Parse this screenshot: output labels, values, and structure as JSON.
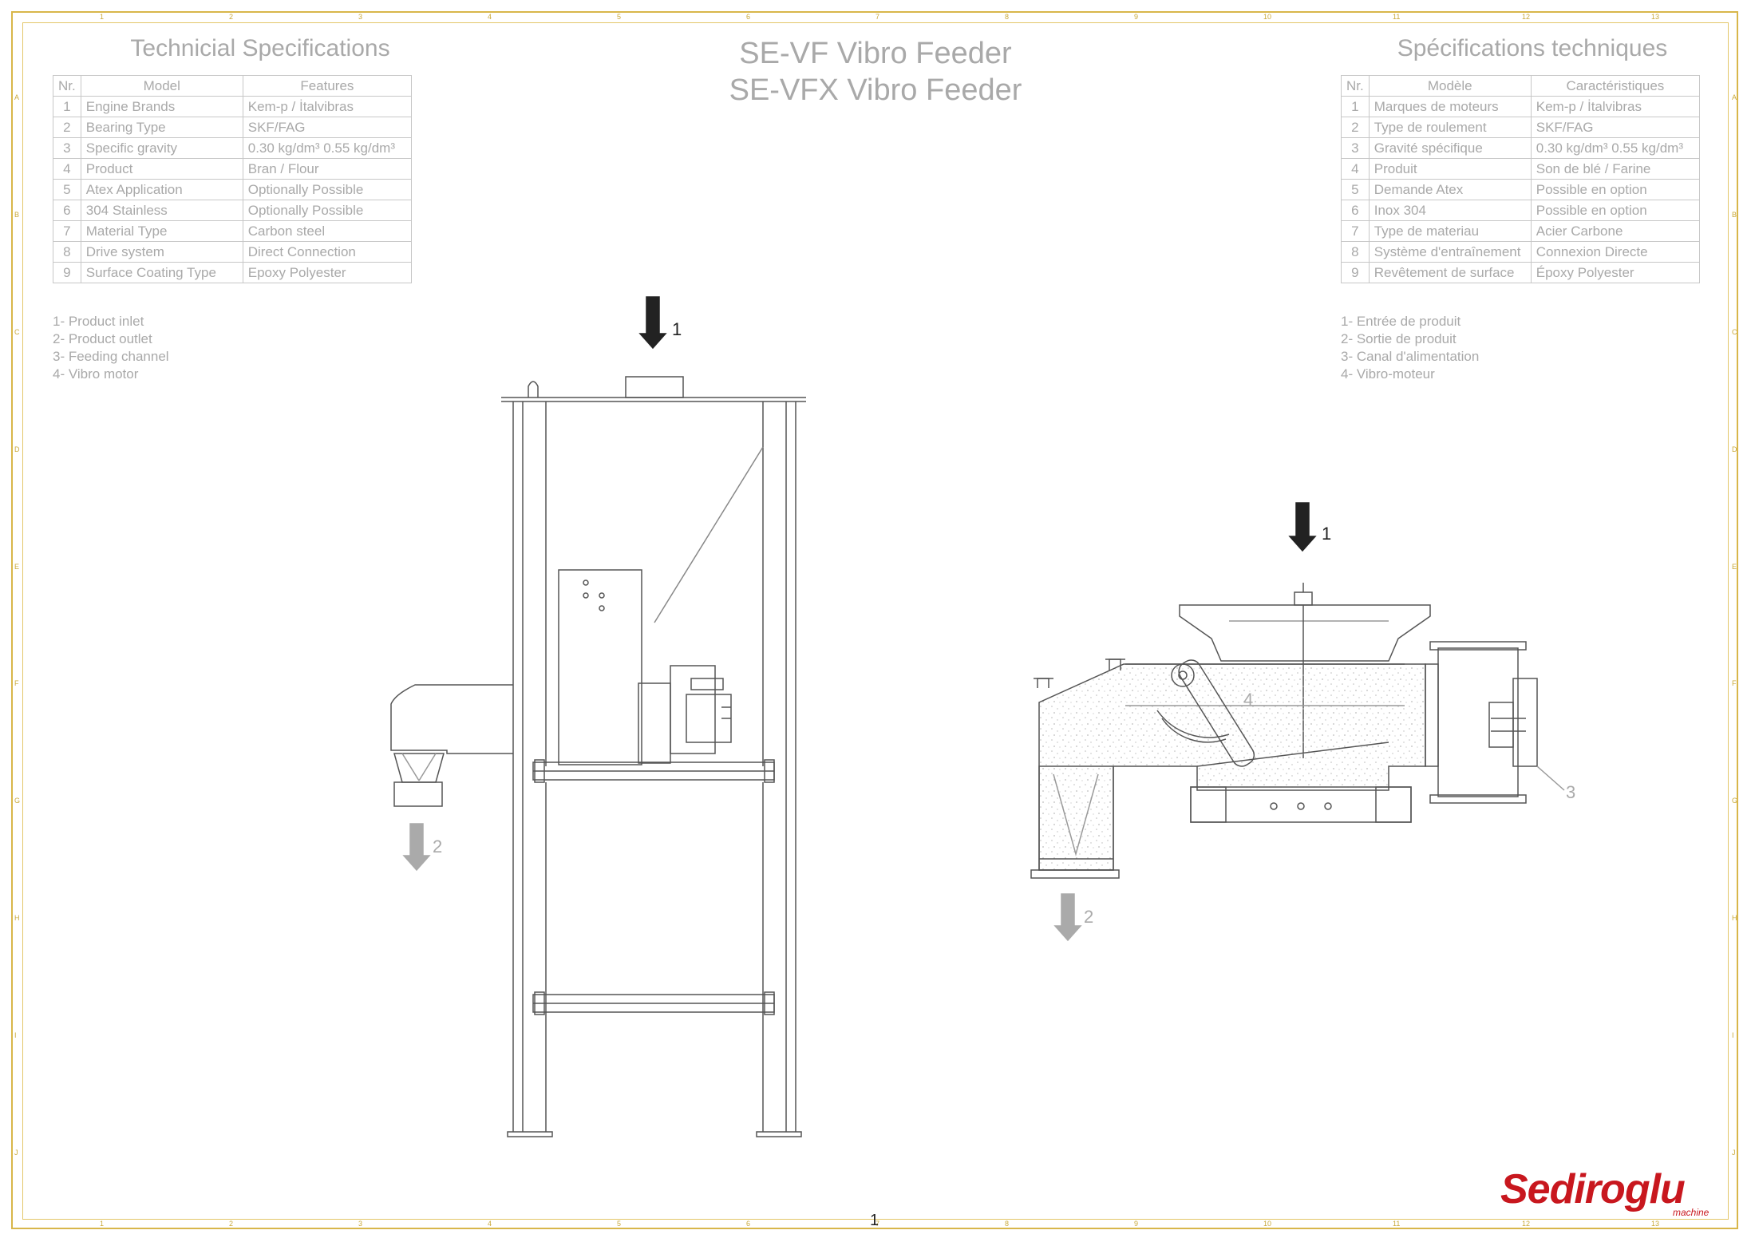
{
  "title": {
    "line1": "SE-VF Vibro Feeder",
    "line2": "SE-VFX Vibro Feeder"
  },
  "spec_en": {
    "title": "Technicial Specifications",
    "headers": [
      "Nr.",
      "Model",
      "Features"
    ],
    "rows": [
      [
        "1",
        "Engine Brands",
        "Kem-p / İtalvibras"
      ],
      [
        "2",
        "Bearing Type",
        "SKF/FAG"
      ],
      [
        "3",
        "Specific gravity",
        "0.30 kg/dm³  0.55 kg/dm³"
      ],
      [
        "4",
        "Product",
        "Bran / Flour"
      ],
      [
        "5",
        "Atex Application",
        "Optionally Possible"
      ],
      [
        "6",
        "304 Stainless",
        "Optionally Possible"
      ],
      [
        "7",
        "Material Type",
        "Carbon steel"
      ],
      [
        "8",
        "Drive system",
        "Direct Connection"
      ],
      [
        "9",
        "Surface Coating Type",
        "Epoxy Polyester"
      ]
    ]
  },
  "spec_fr": {
    "title": "Spécifications techniques",
    "headers": [
      "Nr.",
      "Modèle",
      "Caractéristiques"
    ],
    "rows": [
      [
        "1",
        "Marques de moteurs",
        "Kem-p / İtalvibras"
      ],
      [
        "2",
        "Type de roulement",
        "SKF/FAG"
      ],
      [
        "3",
        "Gravité spécifique",
        "0.30 kg/dm³  0.55 kg/dm³"
      ],
      [
        "4",
        "Produit",
        "Son de blé / Farine"
      ],
      [
        "5",
        "Demande Atex",
        "Possible en option"
      ],
      [
        "6",
        "Inox 304",
        "Possible en option"
      ],
      [
        "7",
        "Type de materiau",
        "Acier Carbone"
      ],
      [
        "8",
        "Système d'entraînement",
        "Connexion Directe"
      ],
      [
        "9",
        "Revêtement de surface",
        "Époxy Polyester"
      ]
    ]
  },
  "legend_en": [
    "1- Product inlet",
    "2- Product outlet",
    "3- Feeding channel",
    "4- Vibro motor"
  ],
  "legend_fr": [
    "1- Entrée de produit",
    "2- Sortie de produit",
    "3- Canal d'alimentation",
    "4- Vibro-moteur"
  ],
  "callouts": {
    "left_inlet": "1",
    "left_outlet": "2",
    "right_inlet": "1",
    "right_outlet": "2",
    "right_channel": "3",
    "right_motor": "4"
  },
  "page_number": "1",
  "logo": {
    "name": "Sediroglu",
    "sub": "machine"
  },
  "ruler": {
    "columns": [
      "1",
      "2",
      "3",
      "4",
      "5",
      "6",
      "7",
      "8",
      "9",
      "10",
      "11",
      "12",
      "13"
    ],
    "rows": [
      "A",
      "B",
      "C",
      "D",
      "E",
      "F",
      "G",
      "H",
      "I",
      "J"
    ]
  },
  "colors": {
    "frame": "#d8b64a",
    "line": "#555555",
    "text": "#a9a9a9",
    "brand": "#c8171e"
  }
}
